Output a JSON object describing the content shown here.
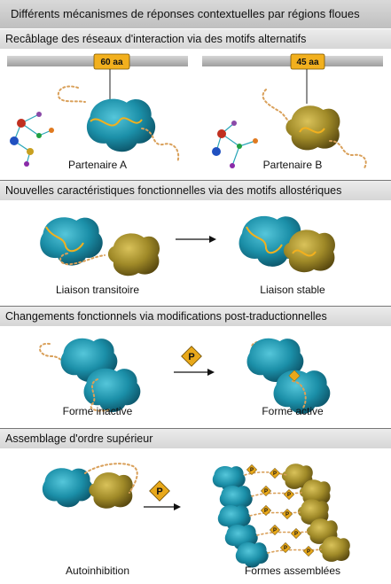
{
  "title": "Différents mécanismes de réponses contextuelles par régions floues",
  "panels": [
    {
      "title": "Recâblage des réseaux d'interaction via des motifs alternatifs",
      "captions": [
        "Partenaire A",
        "Partenaire B"
      ],
      "motif_labels": [
        "60 aa",
        "45 aa"
      ]
    },
    {
      "title": "Nouvelles caractéristiques fonctionnelles via des motifs allostériques",
      "captions": [
        "Liaison transitoire",
        "Liaison stable"
      ]
    },
    {
      "title": "Changements fonctionnels via modifications post-traductionnelles",
      "captions": [
        "Forme inactive",
        "Forme active"
      ],
      "phospho_label": "P"
    },
    {
      "title": "Assemblage d'ordre supérieur",
      "captions": [
        "Autoinhibition",
        "Formes assemblées"
      ],
      "phospho_label": "P"
    }
  ],
  "colors": {
    "teal_protein": "#1a90a8",
    "olive_protein": "#a08a28",
    "motif_label_bg": "#f2b01e",
    "disordered_chain": "#d9a05a",
    "phospho_badge": "#e8a81a"
  }
}
